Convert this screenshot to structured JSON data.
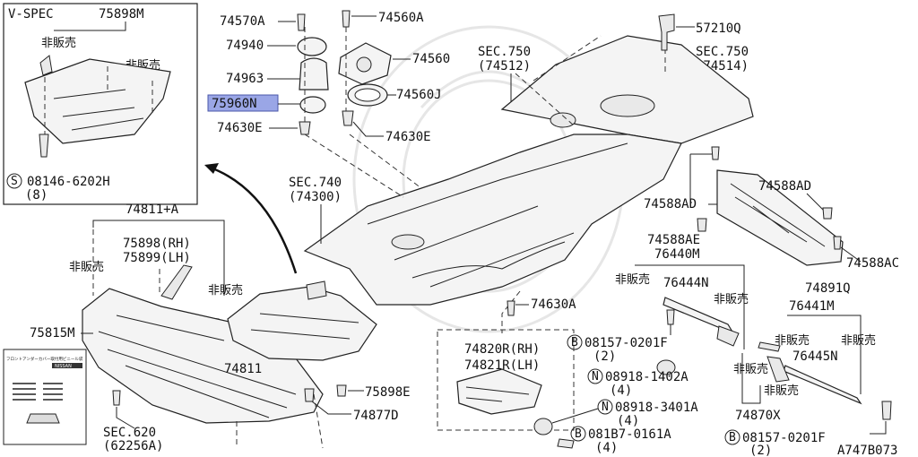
{
  "diagram": {
    "code": "A747B073",
    "inset": {
      "title": "V-SPEC",
      "part_no": "75898M",
      "note_a": "非販売",
      "note_b": "非販売",
      "bolt": "08146-6202H",
      "bolt_qty": "(8)",
      "bolt_sym": "S"
    },
    "labels": {
      "p74570A": "74570A",
      "p74940": "74940",
      "p74963": "74963",
      "p75960N": "75960N",
      "p74630E_l": "74630E",
      "p74560A": "74560A",
      "p74560": "74560",
      "p74560J": "74560J",
      "p74630E_r": "74630E",
      "sec750a": "SEC.750",
      "sec750a_sub": "(74512)",
      "sec750b": "SEC.750",
      "sec750b_sub": "(74514)",
      "p57210Q": "57210Q",
      "sec740": "SEC.740",
      "sec740_sub": "(74300)",
      "p74588AD_l": "74588AD",
      "p74588AD_r": "74588AD",
      "p74588AE": "74588AE",
      "p74588AC": "74588AC",
      "p76440M": "76440M",
      "jp_nonsale_1": "非販売",
      "p76444N": "76444N",
      "jp_nonsale_2": "非販売",
      "p74891Q": "74891Q",
      "p76441M": "76441M",
      "jp_nonsale_3": "非販売",
      "jp_nonsale_4": "非販売",
      "p76445N": "76445N",
      "p74811A": "74811+A",
      "p75898RH": "75898(RH)",
      "p75899LH": "75899(LH)",
      "jp_nonsale_5": "非販売",
      "jp_nonsale_6": "非販売",
      "p75815M": "75815M",
      "p74630A": "74630A",
      "p74820R": "74820R(RH)",
      "p74821R": "74821R(LH)",
      "b08157_a": "08157-0201F",
      "b08157_a_qty": "(2)",
      "n08918_a": "08918-1402A",
      "n08918_a_qty": "(4)",
      "n08918_b": "08918-3401A",
      "n08918_b_qty": "(4)",
      "b081B7": "081B7-0161A",
      "b081B7_qty": "(4)",
      "b08157_b": "08157-0201F",
      "b08157_b_qty": "(2)",
      "jp_nonsale_7": "非販売",
      "jp_nonsale_8": "非販売",
      "p74870X": "74870X",
      "p74811": "74811",
      "p75898E": "75898E",
      "p74877D": "74877D",
      "sec620": "SEC.620",
      "sec620_sub": "(62256A)",
      "sym_B": "B",
      "sym_N": "N"
    },
    "label_card": {
      "title": "フロントアンダーカバー取付用ビニール袋",
      "brand": "NISSAN"
    },
    "highlight_color": "#9aa6e6"
  }
}
